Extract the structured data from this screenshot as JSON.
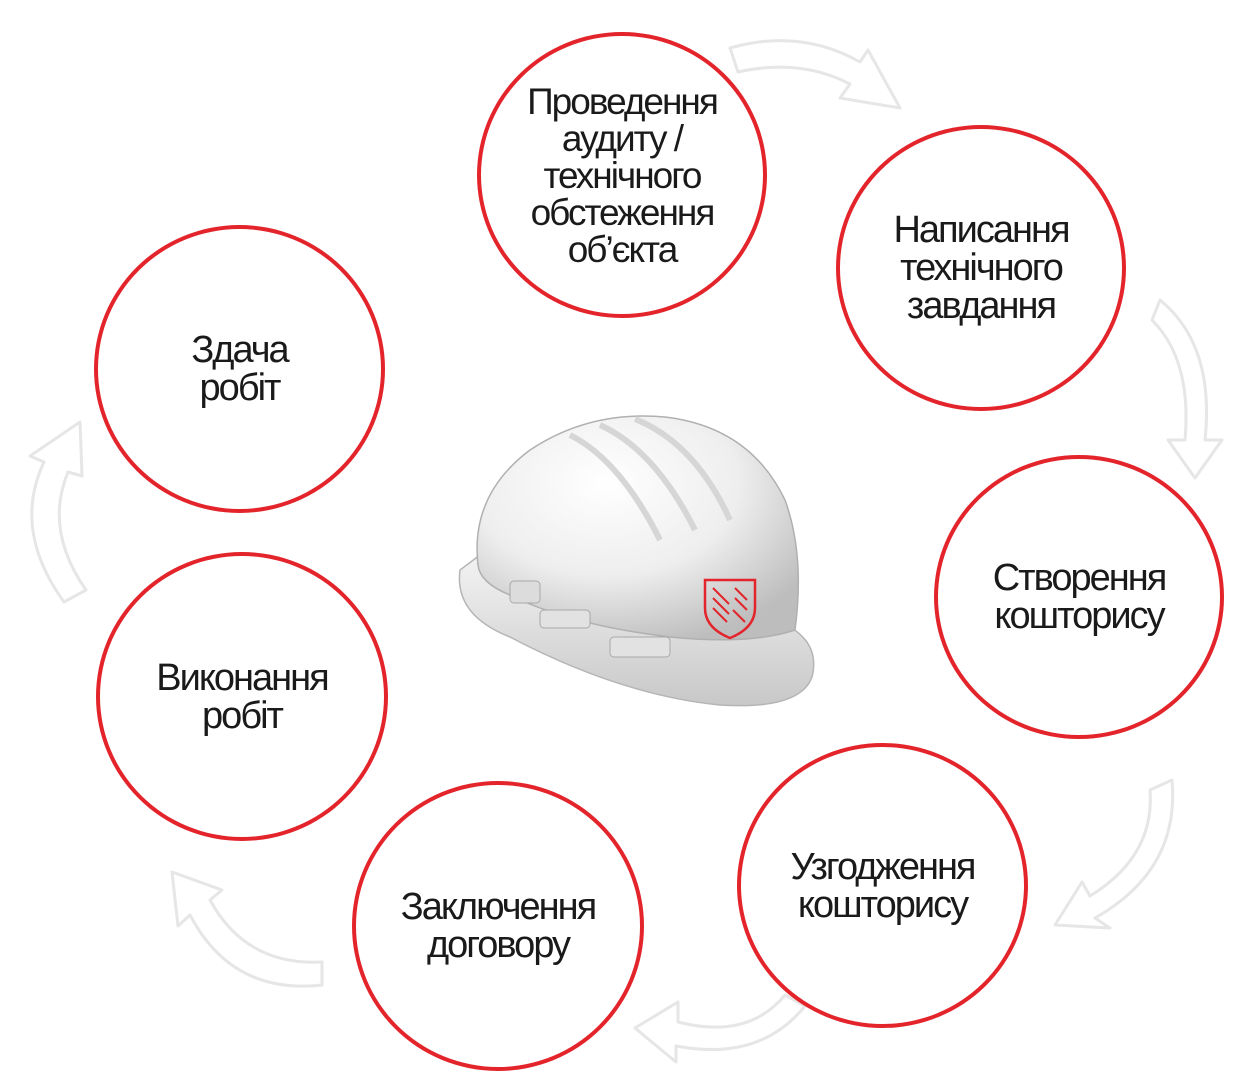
{
  "steps": [
    {
      "id": "audit",
      "label": "Проведення\nаудиту /\nтехнічного\nобстеження\nоб’єкта"
    },
    {
      "id": "spec",
      "label": "Написання\nтехнічного\nзавдання"
    },
    {
      "id": "estimate",
      "label": "Створення\nкошторису"
    },
    {
      "id": "approval",
      "label": "Узгодження\nкошторису"
    },
    {
      "id": "contract",
      "label": "Заключення\nдоговору"
    },
    {
      "id": "execution",
      "label": "Виконання\nробіт"
    },
    {
      "id": "handover",
      "label": "Здача\nробіт"
    }
  ],
  "colors": {
    "circle_border": "#e3242b",
    "text": "#1a1a1a",
    "arrow": "#e6e6e6",
    "logo": "#e3242b"
  },
  "icons": {
    "center": "hard-hat-icon",
    "connector": "curved-arrow-icon"
  }
}
